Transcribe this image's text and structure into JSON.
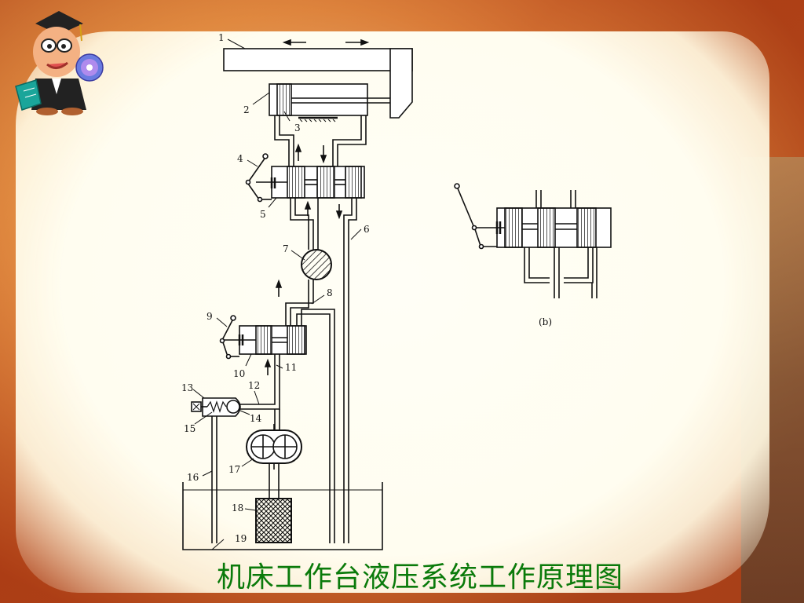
{
  "title": "机床工作台液压系统工作原理图",
  "labels": {
    "l1": "1",
    "l2": "2",
    "l3": "3",
    "l4": "4",
    "l5": "5",
    "l6": "6",
    "l7": "7",
    "l8": "8",
    "l9": "9",
    "l10": "10",
    "l11": "11",
    "l12": "12",
    "l13": "13",
    "l14": "14",
    "l15": "15",
    "l16": "16",
    "l17": "17",
    "l18": "18",
    "l19": "19",
    "b": "(b)"
  },
  "colors": {
    "title": "#0a7a0a",
    "line": "#111111"
  },
  "icons": [
    "professor-mascot-icon",
    "cd-disc-icon",
    "book-icon"
  ]
}
